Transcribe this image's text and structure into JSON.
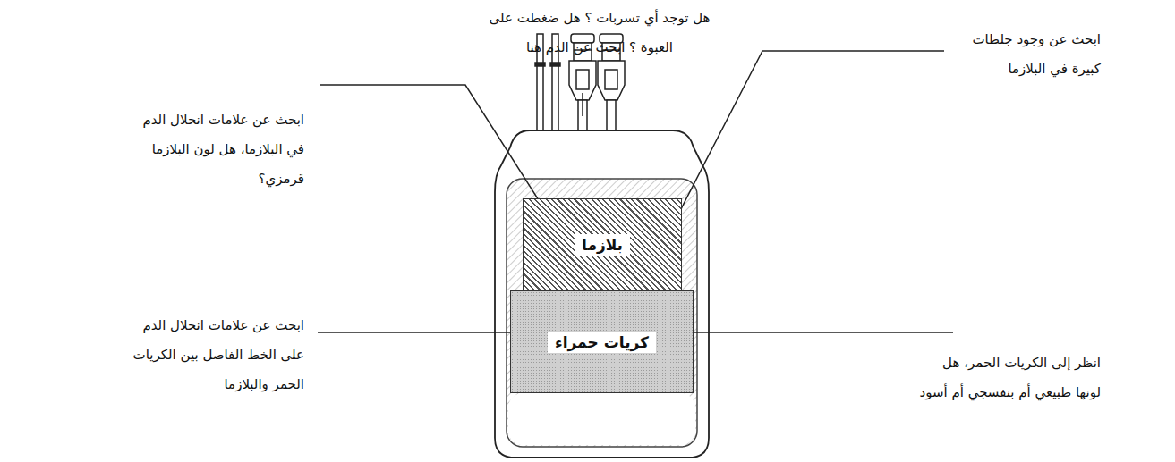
{
  "diagram": {
    "nodes": [
      {
        "text": [
          "بلازما"
        ]
      },
      {
        "text": [
          "كريات حمراء"
        ]
      }
    ],
    "labels": [
      "هل توجد أي تسربات ؟ هل ضغطت على العبوة ؟ ابحث عن الدم هنا",
      "ابحث عن علامات انحلال الدم في البلازما، هل لون البلازما قرمزي؟",
      "ابحث عن وجود جلطات كبيرة في البلازما",
      "ابحث عن علامات انحلال الدم على الخط الفاصل بين الكريات الحمر والبلازما",
      "انظر إلى الكريات الحمر، هل لونها طبيعي أم بنفسجي أم أسود"
    ]
  }
}
